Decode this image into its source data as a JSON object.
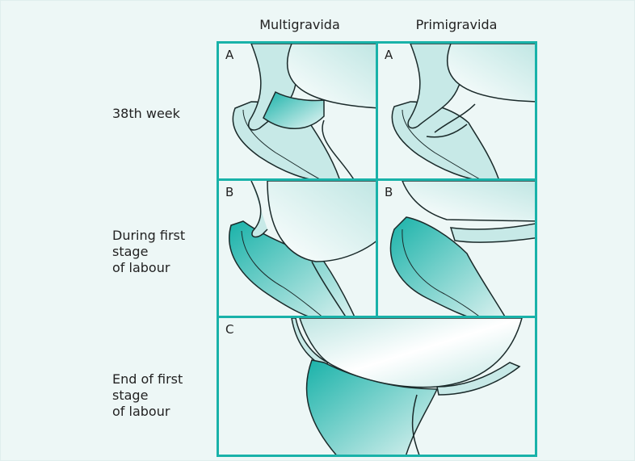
{
  "columns": [
    "Multigravida",
    "Primigravida"
  ],
  "rows": [
    {
      "label": "38th week"
    },
    {
      "label": "During first\nstage\nof labour"
    },
    {
      "label": "End of first\nstage\nof labour"
    }
  ],
  "panels": [
    {
      "id": "A-multi",
      "letter": "A"
    },
    {
      "id": "A-primi",
      "letter": "A"
    },
    {
      "id": "B-multi",
      "letter": "B"
    },
    {
      "id": "B-primi",
      "letter": "B"
    },
    {
      "id": "C",
      "letter": "C"
    }
  ],
  "colors": {
    "frame": "#19b2a9",
    "tissue_light": "#c7e9e7",
    "tissue_dark": "#19b2a9",
    "background": "#edf7f6",
    "outline": "#1a2a2a"
  }
}
